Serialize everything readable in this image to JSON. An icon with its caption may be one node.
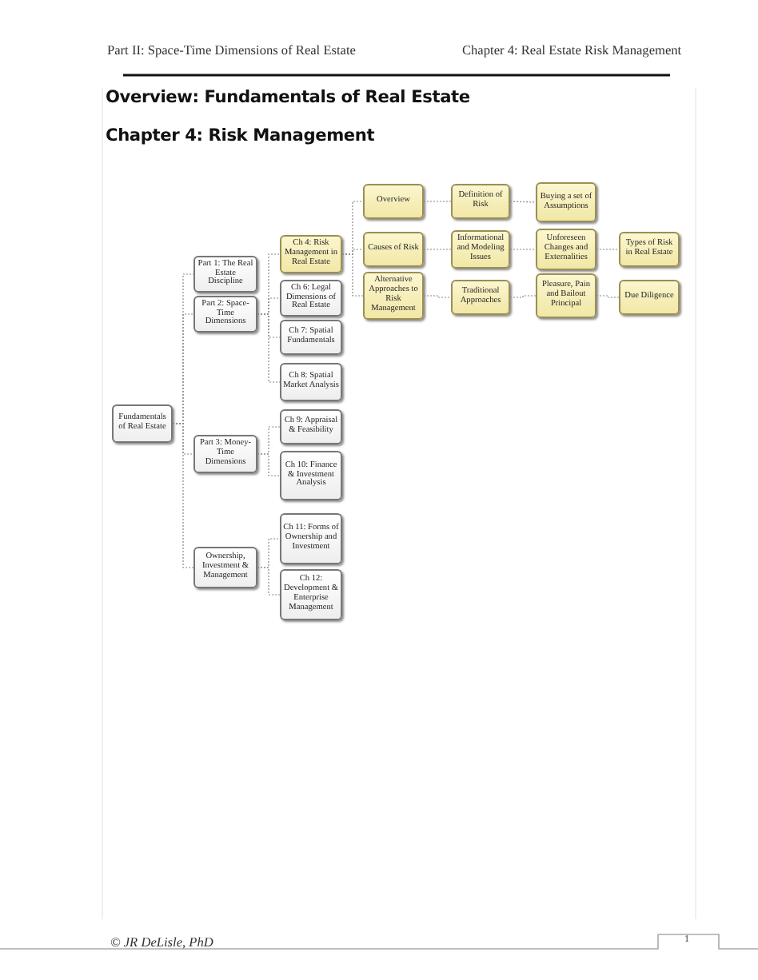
{
  "diagram": {
    "title": "Overview: Fundamentals of Real Estate",
    "nodes": [
      {
        "text": [
          "Fundamentals of Real Estate"
        ]
      },
      {
        "text": [
          "Part 1: The Real Estate Discipline"
        ]
      },
      {
        "text": [
          "Part 2: Space-Time Dimensions"
        ]
      },
      {
        "text": [
          "Part 3: Money-Time Dimensions"
        ]
      },
      {
        "text": [
          "Ownership, Investment & Management"
        ]
      },
      {
        "text": [
          "Ch 4: Risk Management in Real Estate"
        ]
      },
      {
        "text": [
          "Ch 6: Legal Dimensions of Real Estate"
        ]
      },
      {
        "text": [
          "Ch 7: Spatial Fundamentals"
        ]
      },
      {
        "text": [
          "Ch 8: Spatial Market Analysis"
        ]
      },
      {
        "text": [
          "Ch 9: Appraisal & Feasibility"
        ]
      },
      {
        "text": [
          "Ch 10: Finance & Investment Analysis"
        ]
      },
      {
        "text": [
          "Ch 11: Forms of Ownership and Investment"
        ]
      },
      {
        "text": [
          "Ch 12: Development & Enterprise Management"
        ]
      },
      {
        "text": [
          "Overview"
        ]
      },
      {
        "text": [
          "Definition of Risk"
        ]
      },
      {
        "text": [
          "Buying a set of Assumptions"
        ]
      },
      {
        "text": [
          "Causes of Risk"
        ]
      },
      {
        "text": [
          "Informational and Modeling Issues"
        ]
      },
      {
        "text": [
          "Unforeseen Changes and Externalities"
        ]
      },
      {
        "text": [
          "Types of Risk in Real Estate"
        ]
      },
      {
        "text": [
          "Alternative Approaches to Risk Management"
        ]
      },
      {
        "text": [
          "Traditional Approaches"
        ]
      },
      {
        "text": [
          "Pleasure, Pain and Bailout Principal"
        ]
      },
      {
        "text": [
          "Due Diligence"
        ]
      }
    ],
    "edges": [
      {
        "from": 0,
        "to": 1,
        "arrow": "none",
        "style": "dashed"
      },
      {
        "from": 0,
        "to": 2,
        "arrow": "none",
        "style": "dashed"
      },
      {
        "from": 0,
        "to": 3,
        "arrow": "none",
        "style": "dashed"
      },
      {
        "from": 0,
        "to": 4,
        "arrow": "none",
        "style": "dashed"
      },
      {
        "from": 2,
        "to": 5,
        "arrow": "none",
        "style": "dashed"
      },
      {
        "from": 2,
        "to": 6,
        "arrow": "none",
        "style": "dashed"
      },
      {
        "from": 2,
        "to": 7,
        "arrow": "none",
        "style": "dashed"
      },
      {
        "from": 2,
        "to": 8,
        "arrow": "none",
        "style": "dashed"
      },
      {
        "from": 3,
        "to": 9,
        "arrow": "none",
        "style": "dashed"
      },
      {
        "from": 3,
        "to": 10,
        "arrow": "none",
        "style": "dashed"
      },
      {
        "from": 4,
        "to": 11,
        "arrow": "none",
        "style": "dashed"
      },
      {
        "from": 4,
        "to": 12,
        "arrow": "none",
        "style": "dashed"
      },
      {
        "from": 5,
        "to": 13,
        "arrow": "none",
        "style": "dashed"
      },
      {
        "from": 5,
        "to": 16,
        "arrow": "none",
        "style": "dashed"
      },
      {
        "from": 5,
        "to": 20,
        "arrow": "none",
        "style": "dashed"
      },
      {
        "from": 13,
        "to": 14,
        "arrow": "none",
        "style": "dashed"
      },
      {
        "from": 14,
        "to": 15,
        "arrow": "none",
        "style": "dashed"
      },
      {
        "from": 16,
        "to": 17,
        "arrow": "none",
        "style": "dashed"
      },
      {
        "from": 17,
        "to": 18,
        "arrow": "none",
        "style": "dashed"
      },
      {
        "from": 18,
        "to": 19,
        "arrow": "none",
        "style": "dashed"
      },
      {
        "from": 20,
        "to": 21,
        "arrow": "none",
        "style": "dashed"
      },
      {
        "from": 21,
        "to": 22,
        "arrow": "none",
        "style": "dashed"
      },
      {
        "from": 22,
        "to": 23,
        "arrow": "none",
        "style": "dashed"
      }
    ],
    "labels": [
      "Part II: Space-Time Dimensions of Real Estate",
      "Chapter 4: Real Estate Risk Management",
      "Chapter 4: Risk Management",
      "© JR DeLisle, PhD",
      "1"
    ]
  }
}
